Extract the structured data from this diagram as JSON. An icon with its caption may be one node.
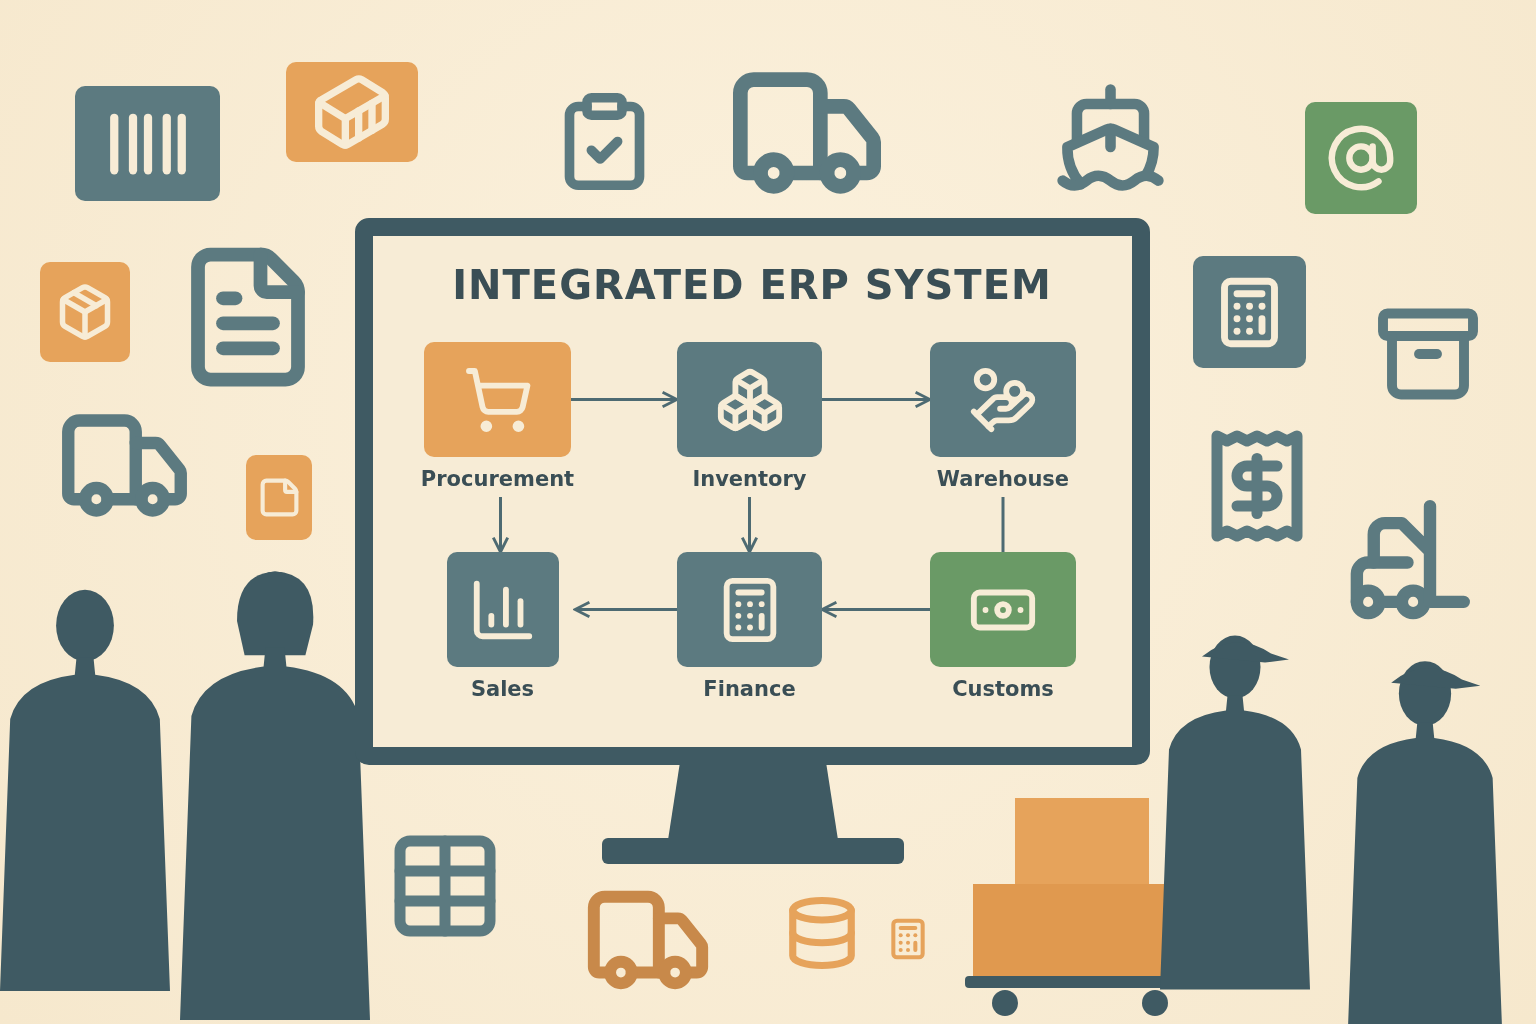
{
  "diagram": {
    "title": "INTEGRATED ERP SYSTEM",
    "nodes": [
      {
        "text": [
          "Procurement"
        ]
      },
      {
        "text": [
          "Inventory"
        ]
      },
      {
        "text": [
          "Warehouse"
        ]
      },
      {
        "text": [
          "Sales"
        ]
      },
      {
        "text": [
          "Finance"
        ]
      },
      {
        "text": [
          "Customs"
        ]
      }
    ],
    "edges": [
      {
        "from": 0,
        "to": 1,
        "arrow": "to"
      },
      {
        "from": 1,
        "to": 2,
        "arrow": "to"
      },
      {
        "from": 0,
        "to": 3,
        "arrow": "to"
      },
      {
        "from": 1,
        "to": 4,
        "arrow": "to"
      },
      {
        "from": 2,
        "to": 5,
        "arrow": "none"
      },
      {
        "from": 5,
        "to": 4,
        "arrow": "to"
      },
      {
        "from": 4,
        "to": 3,
        "arrow": "to"
      }
    ]
  }
}
